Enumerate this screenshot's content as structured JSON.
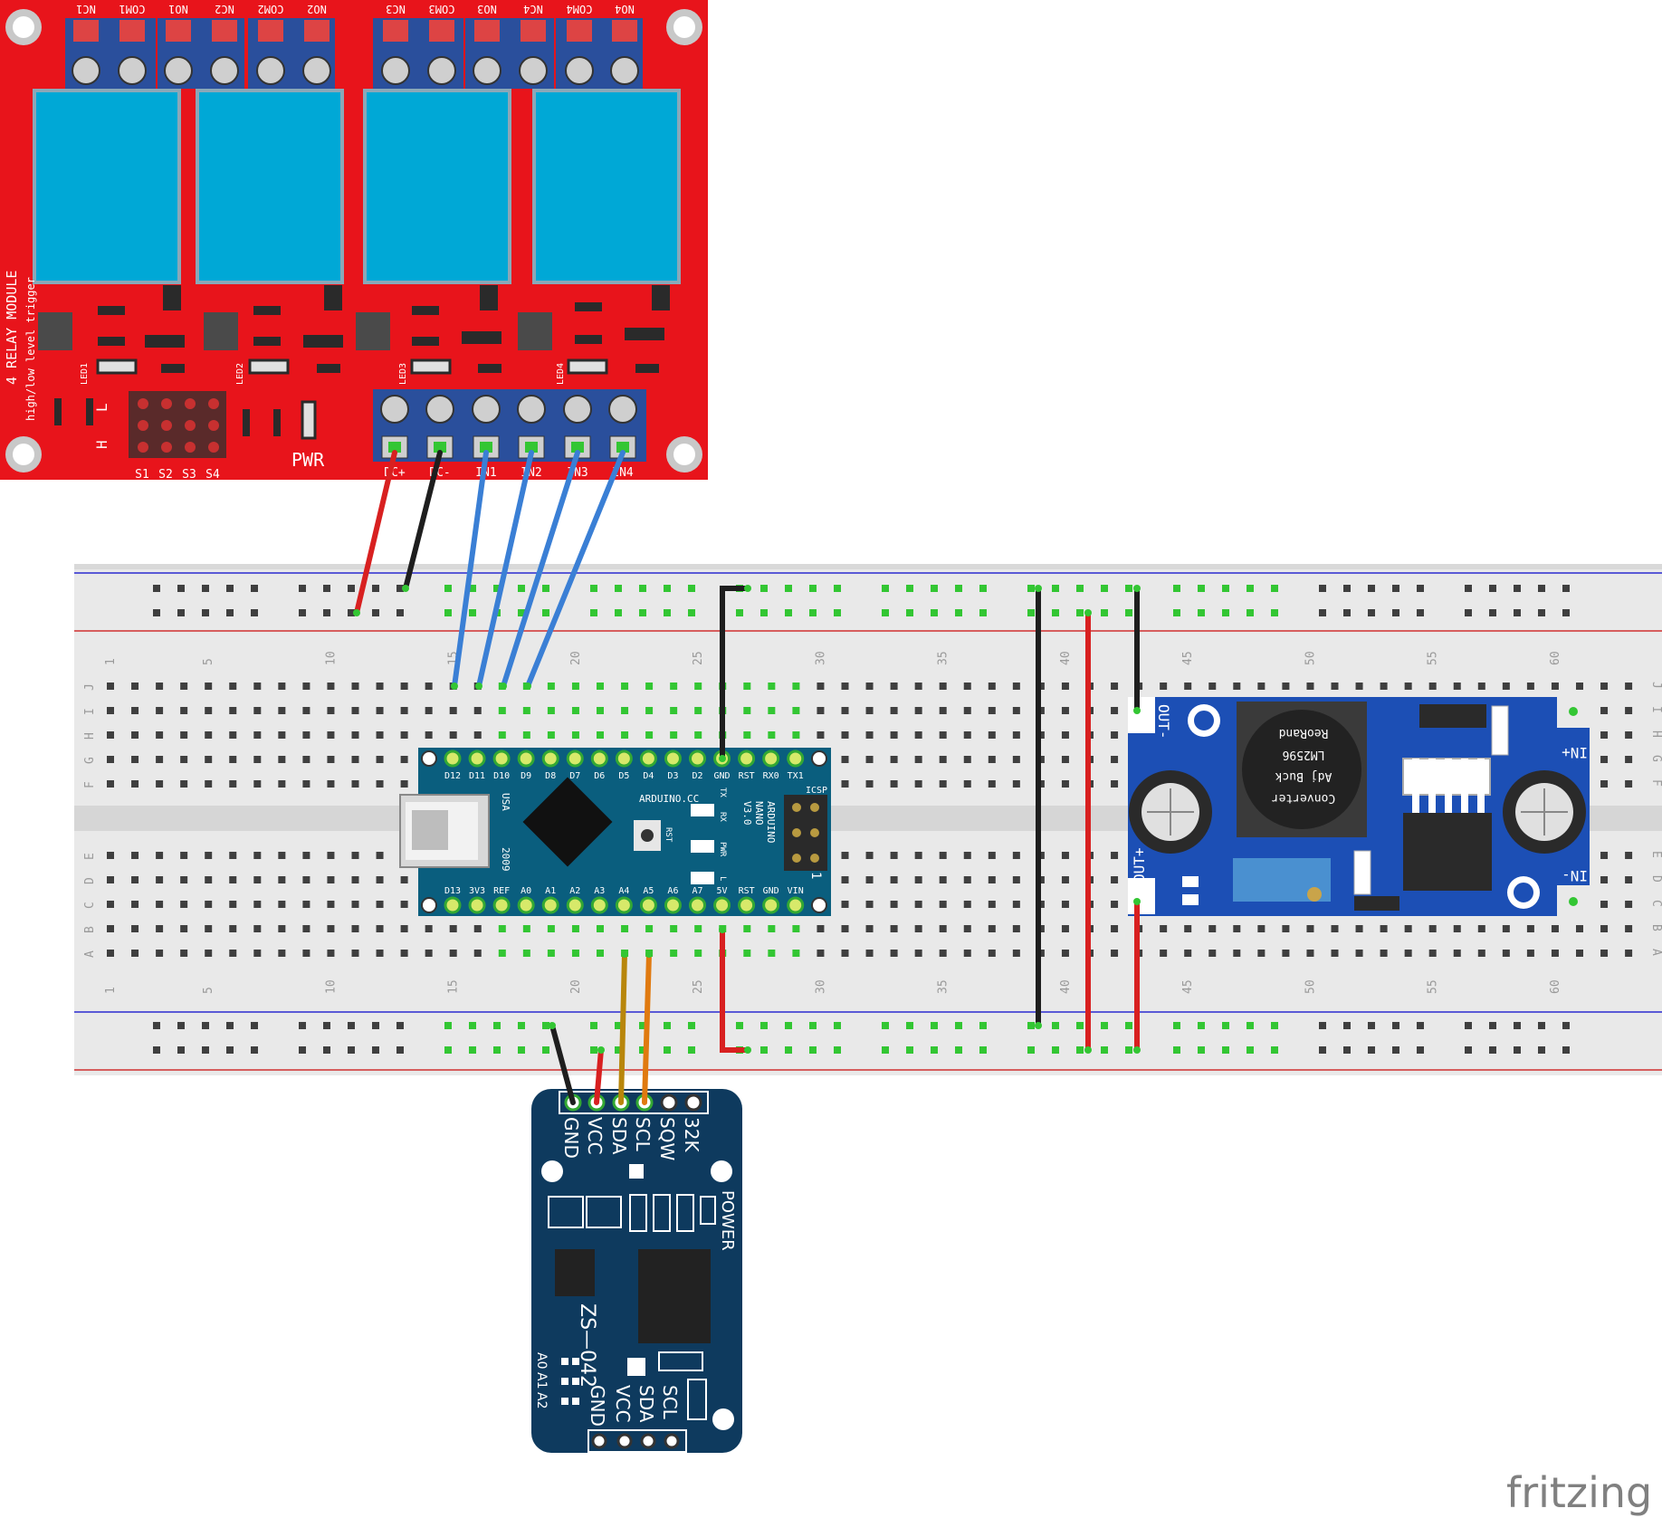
{
  "colors": {
    "background": "#ffffff",
    "breadboard": "#e9e9e9",
    "breadboard_gutter": "#d9d9d9",
    "hole": "#3f3f3f",
    "hole_active": "#33c633",
    "rail_blue": "#2b2bd0",
    "rail_red": "#d03030",
    "relay_board": "#e8141b",
    "relay_block": "#00a8d6",
    "terminal_blue": "#2a4f9c",
    "nano_board": "#0a5e7e",
    "buck_board": "#1c4fb5",
    "rtc_board": "#0e3a5e",
    "wire_red": "#d82020",
    "wire_black": "#1e1e1e",
    "wire_blue": "#3a7fd5",
    "wire_orange": "#e07a10",
    "wire_dark_orange": "#b8860b"
  },
  "relay_module": {
    "title": "4 RELAY MODULE",
    "subtitle": "high/low level trigger",
    "output_labels": [
      "NC1",
      "COM1",
      "NO1",
      "NC2",
      "COM2",
      "NO2",
      "NC3",
      "COM3",
      "NO3",
      "NC4",
      "COM4",
      "NO4"
    ],
    "input_labels": [
      "DC+",
      "DC-",
      "IN1",
      "IN2",
      "IN3",
      "IN4"
    ],
    "led_labels": [
      "LED1",
      "LED2",
      "LED3",
      "LED4"
    ],
    "jumper_labels": [
      "S1",
      "S2",
      "S3",
      "S4"
    ],
    "level_high": "H",
    "level_low": "L",
    "power_label": "PWR"
  },
  "breadboard": {
    "column_numbers": [
      "1",
      "5",
      "10",
      "15",
      "20",
      "25",
      "30",
      "35",
      "40",
      "45",
      "50",
      "55",
      "60"
    ],
    "row_letters_top": [
      "J",
      "I",
      "H",
      "G",
      "F"
    ],
    "row_letters_bottom": [
      "E",
      "D",
      "C",
      "B",
      "A"
    ]
  },
  "arduino_nano": {
    "top_pins": [
      "D12",
      "D11",
      "D10",
      "D9",
      "D8",
      "D7",
      "D6",
      "D5",
      "D4",
      "D3",
      "D2",
      "GND",
      "RST",
      "RX0",
      "TX1"
    ],
    "bottom_pins": [
      "D13",
      "3V3",
      "REF",
      "A0",
      "A1",
      "A2",
      "A3",
      "A4",
      "A5",
      "A6",
      "A7",
      "5V",
      "RST",
      "GND",
      "VIN"
    ],
    "brand": "ARDUINO.CC",
    "model_lines": [
      "ARDUINO",
      "NANO",
      "V3.0"
    ],
    "icsp_label": "ICSP",
    "origin_top": "USA",
    "origin_bottom": "2009",
    "reset_label": "RST",
    "led_labels": [
      "TX",
      "RX",
      "PWR",
      "L"
    ],
    "icsp_pin_marker": "1"
  },
  "buck_converter": {
    "chip_lines": [
      "Converter",
      "Adj Buck",
      "LM2596",
      "ReoRand"
    ],
    "out_minus": "OUT-",
    "out_plus": "OUT+",
    "in_plus": "IN+",
    "in_minus": "IN-"
  },
  "rtc_module": {
    "top_pins": [
      "GND",
      "VCC",
      "SDA",
      "SCL",
      "SQW",
      "32K"
    ],
    "bottom_pins": [
      "GND",
      "VCC",
      "SDA",
      "SCL"
    ],
    "model": "ZS—042",
    "power_label": "POWER",
    "address_labels": [
      "A0",
      "A1",
      "A2"
    ]
  },
  "watermark": "fritzing"
}
